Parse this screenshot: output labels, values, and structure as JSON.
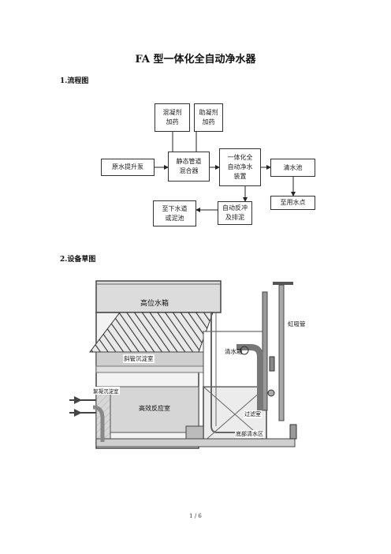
{
  "document": {
    "title": "FA 型一体化全自动净水器",
    "section1": "1.流程图",
    "section2": "2.设备草图",
    "page_number": "1 / 6"
  },
  "flowchart": {
    "coagulant": "混凝剂\n加药",
    "coagulant_aid": "助凝剂\n加药",
    "raw_pump": "原水提升泵",
    "static_mixer": "静态管道\n混合器",
    "integrated_unit": "一体化全\n自动净水\n装置",
    "clear_pool": "清水池",
    "use_point": "至用水点",
    "backwash": "自动反冲\n及排泥",
    "sewer": "至下水道\n或泥池"
  },
  "sketch": {
    "high_tank": "高位水箱",
    "inclined_tube": "斜管沉淀室",
    "clear_tank": "清水箱",
    "siphon": "虹吸管",
    "flocculation": "絮凝沉淀室",
    "reaction": "高效反应室",
    "filter": "过滤室",
    "bottom_clear": "底部清水区"
  }
}
